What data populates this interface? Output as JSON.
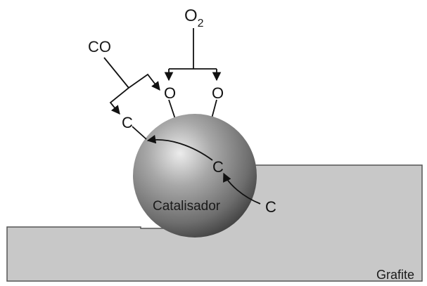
{
  "labels": {
    "o2_base": "O",
    "o2_sub": "2",
    "co": "CO",
    "oxygen_left": "O",
    "oxygen_right": "O",
    "carbon_top": "C",
    "carbon_mid": "C",
    "carbon_bottom": "C",
    "catalyst": "Catalisador",
    "graphite": "Grafite"
  },
  "colors": {
    "graphite_fill": "#c8c8c8",
    "graphite_stroke": "#555555",
    "sphere_highlight": "#e8e8e8",
    "sphere_mid": "#8c8c8c",
    "sphere_shadow": "#3c3c3c",
    "line": "#111111"
  }
}
